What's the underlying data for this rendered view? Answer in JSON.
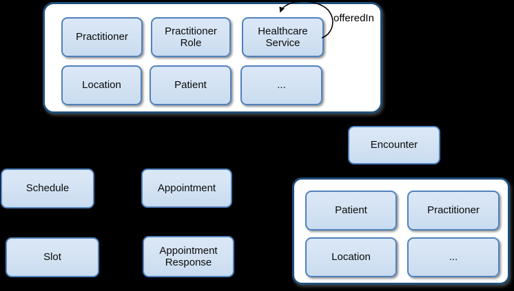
{
  "diagram": {
    "top_group": {
      "boxes": [
        {
          "label": "Practitioner"
        },
        {
          "label": "Practitioner Role"
        },
        {
          "label": "Healthcare Service"
        },
        {
          "label": "Location"
        },
        {
          "label": "Patient"
        },
        {
          "label": "..."
        }
      ],
      "self_loop_label": "offeredIn"
    },
    "standalone_boxes": [
      {
        "label": "Encounter"
      },
      {
        "label": "Schedule"
      },
      {
        "label": "Appointment"
      },
      {
        "label": "Slot"
      },
      {
        "label": "Appointment Response"
      }
    ],
    "bottom_group": {
      "boxes": [
        {
          "label": "Patient"
        },
        {
          "label": "Practitioner"
        },
        {
          "label": "Location"
        },
        {
          "label": "..."
        }
      ]
    },
    "colors": {
      "background": "#000000",
      "box_fill": "#d3e2f3",
      "box_border": "#4f81bd",
      "container_fill": "#ffffff",
      "container_border": "#1f4e79",
      "arrow": "#000000"
    }
  }
}
